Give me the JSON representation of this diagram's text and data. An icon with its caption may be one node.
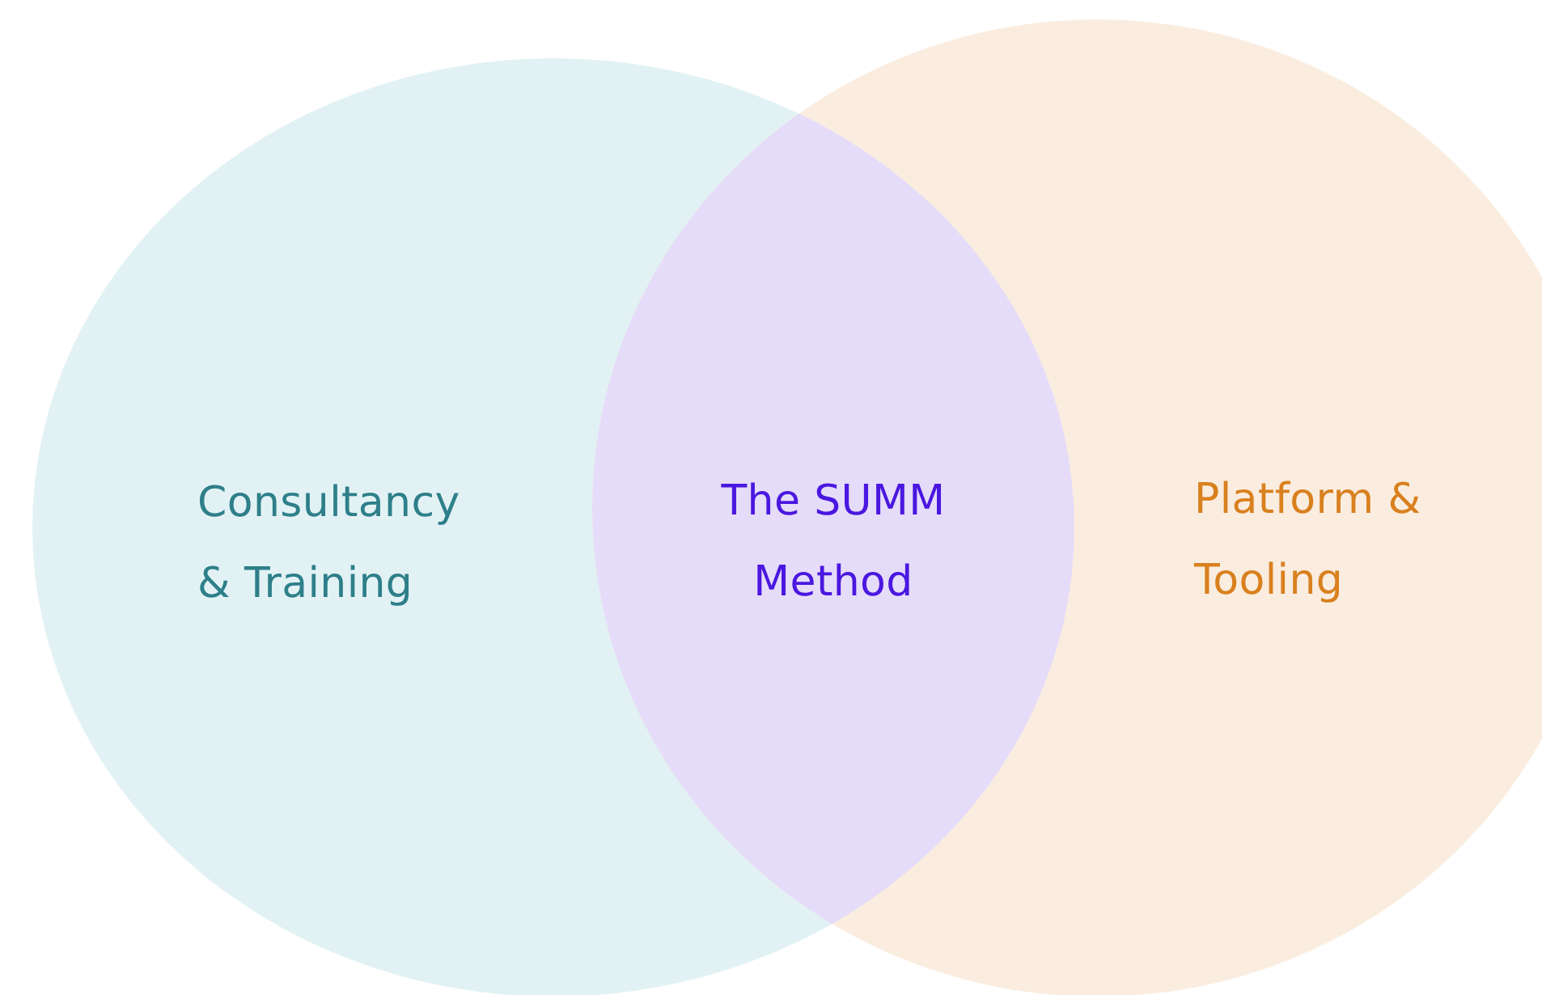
{
  "diagram": {
    "nodes": [
      {
        "text": [
          "Consultancy & Training"
        ]
      },
      {
        "text": [
          "Platform & Tooling"
        ]
      },
      {
        "text": [
          "The SUMM Method"
        ]
      }
    ]
  }
}
